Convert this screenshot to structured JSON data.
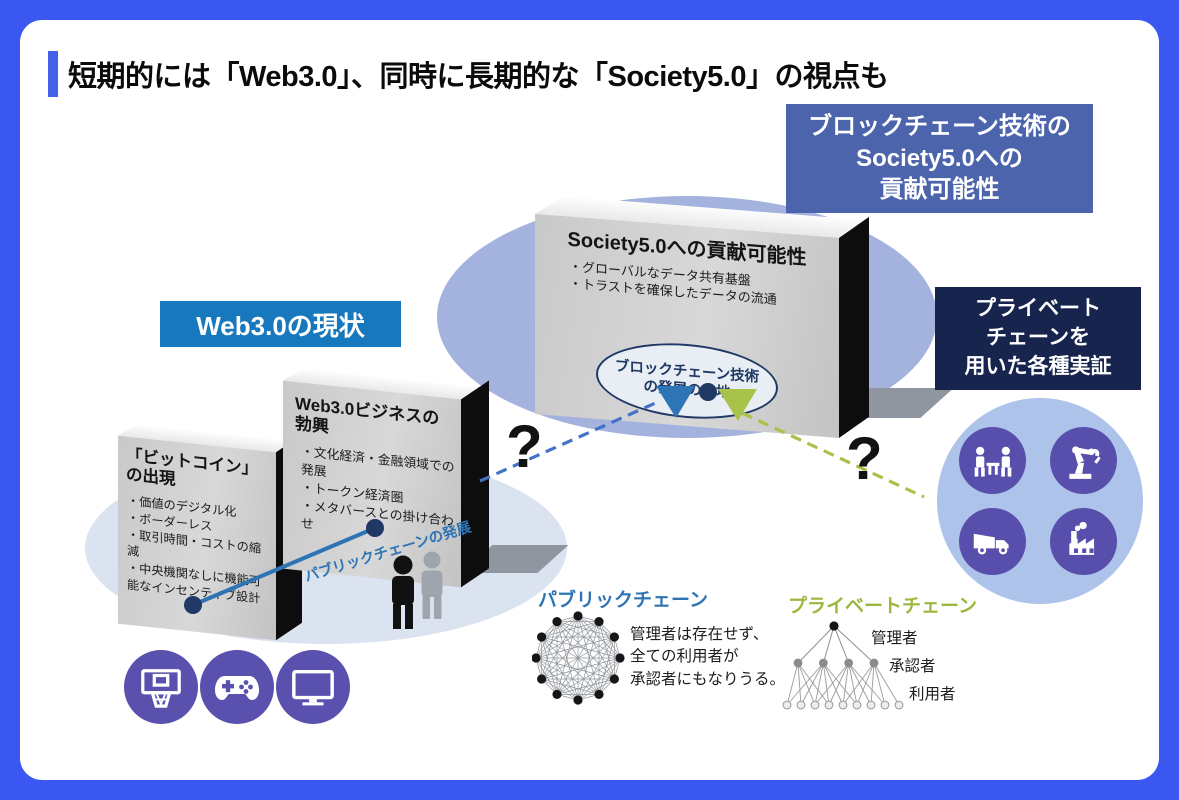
{
  "title": "短期的には「Web3.0」、同時に長期的な「Society5.0」の視点も",
  "badges": {
    "top_right": "ブロックチェーン技術の\nSociety5.0への\n貢献可能性",
    "web3_current": "Web3.0の現状",
    "private_trials": "プライベート\nチェーンを\n用いた各種実証"
  },
  "panels": {
    "society": {
      "title": "Society5.0への貢献可能性",
      "bullets": [
        "・グローバルなデータ共有基盤",
        "・トラストを確保したデータの流通"
      ],
      "ellipse_text": "ブロックチェーン技術の発展の余地"
    },
    "bitcoin": {
      "title": "「ビットコイン」の出現",
      "bullets": [
        "・価値のデジタル化",
        "・ボーダーレス",
        "・取引時間・コストの縮減",
        "・中央機関なしに機能可能なインセンティブ設計"
      ]
    },
    "web3biz": {
      "title": "Web3.0ビジネスの勃興",
      "bullets": [
        "・文化経済・金融領域での発展",
        "・トークン経済圏",
        "・メタバースとの掛け合わせ"
      ]
    }
  },
  "connectors": {
    "public_chain_growth_label": "パブリックチェーンの発展",
    "question_left": "?",
    "question_right": "?"
  },
  "legend": {
    "public": {
      "title": "パブリックチェーン",
      "desc": "管理者は存在せず、\n全ての利用者が\n承認者にもなりうる。",
      "nodes": 12
    },
    "private": {
      "title": "プライベートチェーン",
      "labels": [
        "管理者",
        "承認者",
        "利用者"
      ],
      "approvers": 4,
      "users": 9
    }
  },
  "colors": {
    "frame": "#3A57F2",
    "accent": "#4161E8",
    "slate": "#4C64AC",
    "azure": "#1878BE",
    "navy": "#17244E",
    "bigellipse": "#A4B3DE",
    "leftellipse": "#DBE3F1",
    "rightcircle": "#AEC3EA",
    "purple": "#5A50AE",
    "purple2": "#584EAC",
    "navydot": "#1F3864",
    "lineblue": "#2E74B5",
    "dashblue": "#4472C4",
    "dashgreen": "#A9C24A",
    "publiccolor": "#2E74B5",
    "privatecolor": "#9CB83C",
    "shadow": "#8F969F"
  }
}
